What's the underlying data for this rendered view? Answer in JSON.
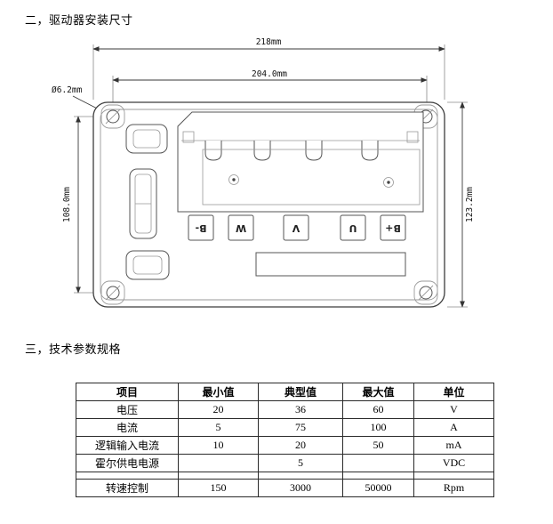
{
  "sections": {
    "install_title": "二，驱动器安装尺寸",
    "spec_title": "三，技术参数规格"
  },
  "drawing": {
    "dims": {
      "width_outer": "218mm",
      "width_holes": "204.0mm",
      "hole_diameter": "Ø6.2mm",
      "height_holes": "108.0mm",
      "height_outer": "123.2mm"
    },
    "terminals": [
      "B-",
      "W",
      "V",
      "U",
      "B+"
    ]
  },
  "spec_table": {
    "headers": [
      "项目",
      "最小值",
      "典型值",
      "最大值",
      "单位"
    ],
    "rows": [
      [
        "电压",
        "20",
        "36",
        "60",
        "V"
      ],
      [
        "电流",
        "5",
        "75",
        "100",
        "A"
      ],
      [
        "逻辑输入电流",
        "10",
        "20",
        "50",
        "mA"
      ],
      [
        "霍尔供电电源",
        "",
        "5",
        "",
        "VDC"
      ],
      [
        "",
        "",
        "",
        "",
        ""
      ],
      [
        "转速控制",
        "150",
        "3000",
        "50000",
        "Rpm"
      ]
    ]
  }
}
